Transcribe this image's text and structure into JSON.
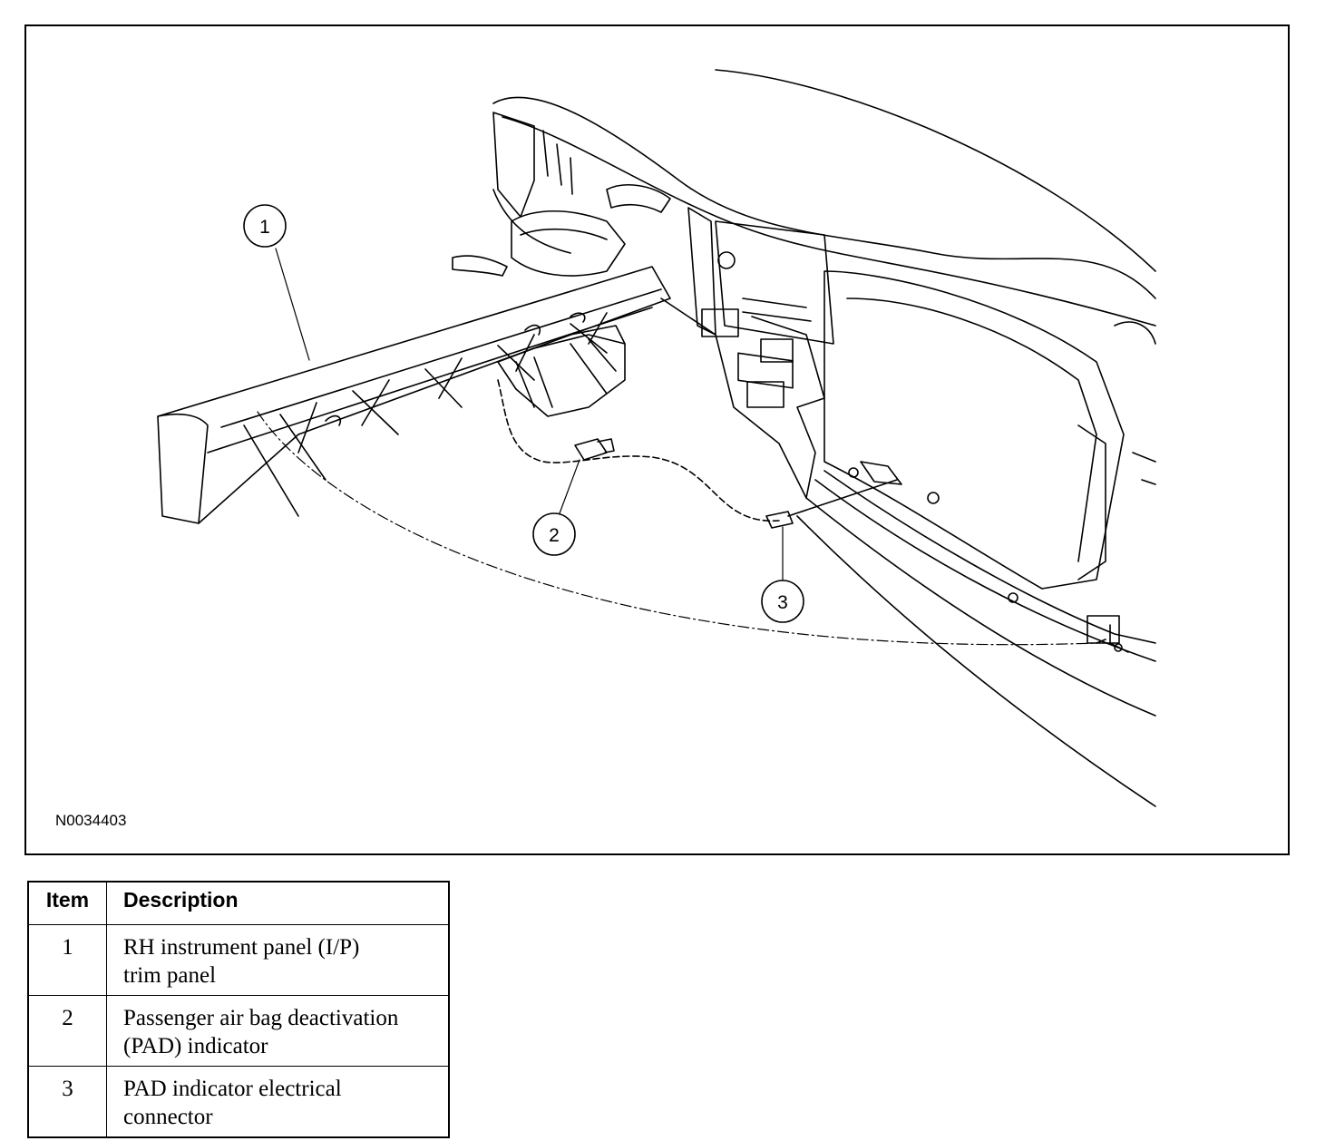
{
  "figure": {
    "id_label": "N0034403",
    "callouts": [
      {
        "number": "1"
      },
      {
        "number": "2"
      },
      {
        "number": "3"
      }
    ]
  },
  "legend": {
    "headers": {
      "item": "Item",
      "description": "Description"
    },
    "rows": [
      {
        "item": "1",
        "lines": [
          "RH instrument panel (I/P)",
          "trim panel"
        ]
      },
      {
        "item": "2",
        "lines": [
          "Passenger air bag deactivation",
          "(PAD) indicator"
        ]
      },
      {
        "item": "3",
        "lines": [
          "PAD indicator electrical",
          "connector"
        ]
      }
    ]
  }
}
